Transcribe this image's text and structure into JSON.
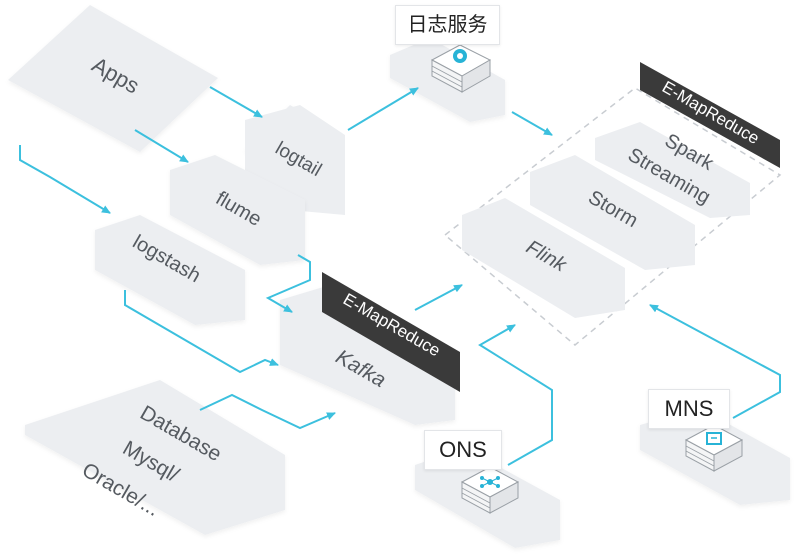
{
  "sources": {
    "apps": "Apps",
    "database": [
      "Database",
      "Mysql/",
      "Oracle/..."
    ]
  },
  "collectors": {
    "logtail": "logtail",
    "flume": "flume",
    "logstash": "logstash"
  },
  "services": {
    "log_service": "日志服务",
    "ons": "ONS",
    "mns": "MNS"
  },
  "kafka_group": {
    "tag": "E-MapReduce",
    "name": "Kafka"
  },
  "compute_group": {
    "tag": "E-MapReduce",
    "engines": [
      "Spark Streaming",
      "Storm",
      "Flink"
    ]
  },
  "colors": {
    "plate": "#eceef1",
    "arrow": "#3cc0de",
    "tag_bg": "#3a3a3a",
    "icon_teal": "#27b3d6"
  }
}
